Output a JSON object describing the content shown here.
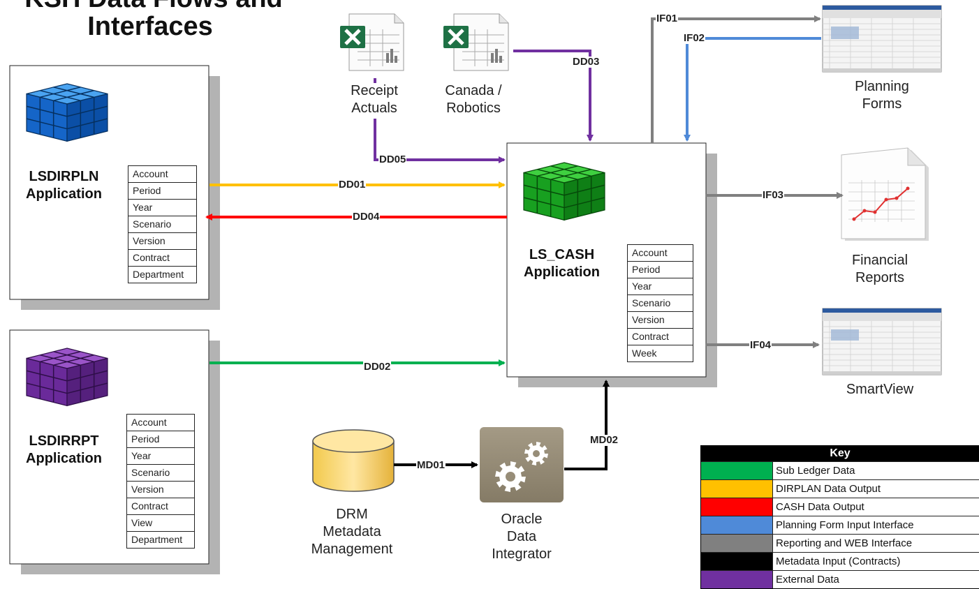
{
  "title": {
    "line1": "KSH Data Flows and",
    "line2": "Interfaces"
  },
  "colors": {
    "sub_ledger": "#00b050",
    "dirplan": "#ffc000",
    "cash": "#ff0000",
    "planning": "#4f8ad8",
    "reporting": "#808080",
    "metadata": "#000000",
    "external": "#7030a0"
  },
  "apps": {
    "lsdirpln": {
      "name": "LSDIRPLN\nApplication",
      "cube_color": "blue",
      "dimensions": [
        "Account",
        "Period",
        "Year",
        "Scenario",
        "Version",
        "Contract",
        "Department"
      ]
    },
    "lsdirrpt": {
      "name": "LSDIRRPT\nApplication",
      "cube_color": "purple",
      "dimensions": [
        "Account",
        "Period",
        "Year",
        "Scenario",
        "Version",
        "Contract",
        "View",
        "Department"
      ]
    },
    "ls_cash": {
      "name": "LS_CASH\nApplication",
      "cube_color": "green",
      "dimensions": [
        "Account",
        "Period",
        "Year",
        "Scenario",
        "Version",
        "Contract",
        "Week"
      ]
    }
  },
  "sources": {
    "receipt_actuals": "Receipt\nActuals",
    "canada_robotics": "Canada /\nRobotics",
    "drm": "DRM\nMetadata\nManagement",
    "odi": "Oracle\nData\nIntegrator"
  },
  "targets": {
    "planning_forms": "Planning\nForms",
    "financial_reports": "Financial\nReports",
    "smartview": "SmartView"
  },
  "flows": {
    "dd01": "DD01",
    "dd02": "DD02",
    "dd03": "DD03",
    "dd04": "DD04",
    "dd05": "DD05",
    "if01": "IF01",
    "if02": "IF02",
    "if03": "IF03",
    "if04": "IF04",
    "md01": "MD01",
    "md02": "MD02"
  },
  "key": {
    "title": "Key",
    "items": [
      {
        "label": "Sub Ledger Data",
        "color": "#00b050"
      },
      {
        "label": "DIRPLAN Data Output",
        "color": "#ffc000"
      },
      {
        "label": "CASH Data Output",
        "color": "#ff0000"
      },
      {
        "label": "Planning Form Input Interface",
        "color": "#4f8ad8"
      },
      {
        "label": "Reporting and WEB Interface",
        "color": "#808080"
      },
      {
        "label": "Metadata Input (Contracts)",
        "color": "#000000"
      },
      {
        "label": "External Data",
        "color": "#7030a0"
      }
    ]
  }
}
